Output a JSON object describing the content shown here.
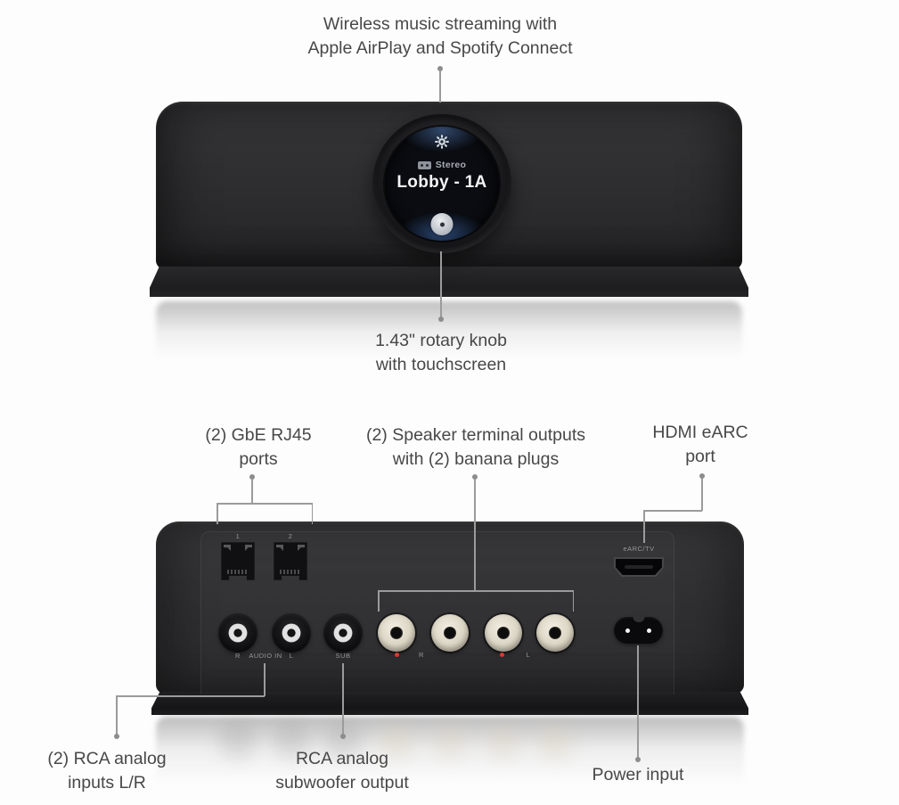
{
  "colors": {
    "background": "#fdfdfd",
    "device_body": "#2d2d2f",
    "caption_text": "#484848",
    "leader_line": "#9b9b9b",
    "screen_glow_blue": "#3c64a8",
    "zone_text": "#f2f3f5",
    "banana_plug": "#dcd6c5",
    "red_marker": "#d63a2c"
  },
  "front": {
    "caption_streaming": [
      "Wireless music streaming with",
      "Apple AirPlay and Spotify Connect"
    ],
    "caption_knob": [
      "1.43\" rotary knob",
      "with touchscreen"
    ],
    "display": {
      "source": "Stereo",
      "zone": "Lobby - 1A"
    }
  },
  "rear": {
    "caption_rj45": [
      "(2) GbE RJ45",
      "ports"
    ],
    "caption_speaker": [
      "(2) Speaker terminal outputs",
      "with (2) banana plugs"
    ],
    "caption_hdmi": [
      "HDMI eARC",
      "port"
    ],
    "caption_rca_inputs": [
      "(2) RCA analog",
      "inputs L/R"
    ],
    "caption_subwoofer": [
      "RCA analog",
      "subwoofer output"
    ],
    "caption_power": "Power input",
    "labels": {
      "port1": "1",
      "port2": "2",
      "earc": "eARC/TV",
      "rca_r": "R",
      "audio_in": "AUDIO IN",
      "rca_l": "L",
      "sub": "SUB",
      "spk_r": "R",
      "spk_l": "L"
    }
  }
}
